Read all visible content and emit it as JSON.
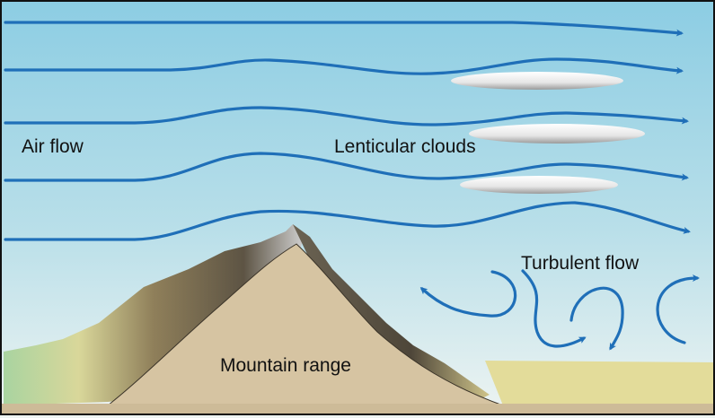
{
  "labels": {
    "air_flow": "Air flow",
    "lenticular_clouds": "Lenticular clouds",
    "turbulent_flow": "Turbulent flow",
    "mountain_range": "Mountain range"
  },
  "colors": {
    "sky_top": "#8ccde3",
    "sky_bottom": "#e6f1f2",
    "arrow": "#1f6fb8",
    "rock_section": "#d6c4a2",
    "plain_right": "#e3dc9a",
    "foothills_left": "#a9d4a0"
  }
}
